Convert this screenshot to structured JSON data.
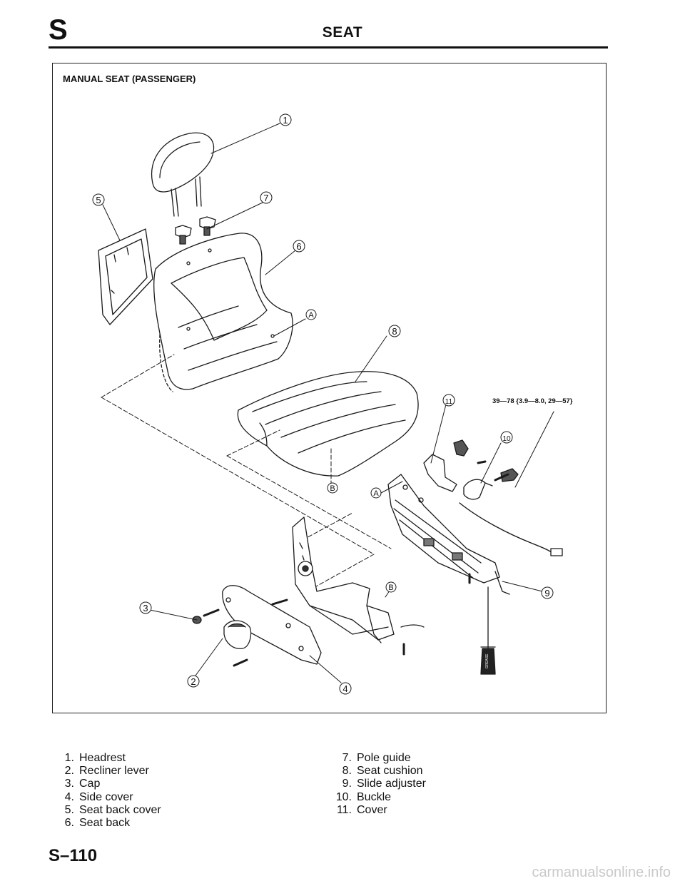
{
  "header": {
    "section_letter": "S",
    "title": "SEAT"
  },
  "figure": {
    "title": "MANUAL SEAT (PASSENGER)",
    "torque_spec": "39—78 {3.9—8.0, 29—57}",
    "callouts": [
      "1",
      "2",
      "3",
      "4",
      "5",
      "6",
      "7",
      "8",
      "9",
      "10",
      "11"
    ],
    "reference_marks": {
      "a": "A",
      "b": "B"
    },
    "grease_label": "GREASE"
  },
  "legend": {
    "column_1": [
      {
        "num": "1.",
        "label": "Headrest"
      },
      {
        "num": "2.",
        "label": "Recliner lever"
      },
      {
        "num": "3.",
        "label": "Cap"
      },
      {
        "num": "4.",
        "label": "Side cover"
      },
      {
        "num": "5.",
        "label": "Seat back cover"
      },
      {
        "num": "6.",
        "label": "Seat back"
      }
    ],
    "column_2": [
      {
        "num": "7.",
        "label": "Pole guide"
      },
      {
        "num": "8.",
        "label": "Seat cushion"
      },
      {
        "num": "9.",
        "label": "Slide adjuster"
      },
      {
        "num": "10.",
        "label": "Buckle"
      },
      {
        "num": "11.",
        "label": "Cover"
      }
    ]
  },
  "footer": {
    "page_number": "S–110",
    "watermark": "carmanualsonline.info"
  }
}
